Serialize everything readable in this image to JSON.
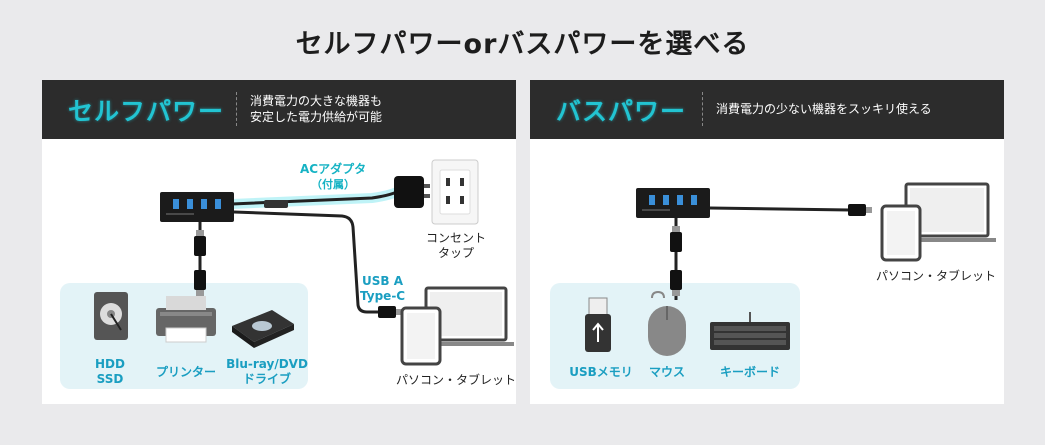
{
  "title": "セルフパワーorバスパワーを選べる",
  "self_power": {
    "header_title": "セルフパワー",
    "desc_line1": "消費電力の大きな機器も",
    "desc_line2": "安定した電力供給が可能",
    "adapter_line1": "ACアダプタ",
    "adapter_line2": "（付属）",
    "outlet_line1": "コンセント",
    "outlet_line2": "タップ",
    "cable_line1": "USB A",
    "cable_line2": "Type-C",
    "pc_label": "パソコン・タブレット",
    "devices": [
      {
        "icon": "hdd-icon",
        "line1": "HDD",
        "line2": "SSD"
      },
      {
        "icon": "printer-icon",
        "line1": "プリンター",
        "line2": ""
      },
      {
        "icon": "bluray-drive-icon",
        "line1": "Blu-ray/DVD",
        "line2": "ドライブ"
      }
    ]
  },
  "bus_power": {
    "header_title": "バスパワー",
    "desc": "消費電力の少ない機器をスッキリ使える",
    "pc_label": "パソコン・タブレット",
    "devices": [
      {
        "icon": "usb-memory-icon",
        "label": "USBメモリ"
      },
      {
        "icon": "mouse-icon",
        "label": "マウス"
      },
      {
        "icon": "keyboard-icon",
        "label": "キーボード"
      }
    ]
  },
  "colors": {
    "accent": "#22c4d2",
    "header_bg": "#2c2c2c",
    "device_panel_bg": "#e3f3f7",
    "page_bg": "#eaeaec"
  }
}
